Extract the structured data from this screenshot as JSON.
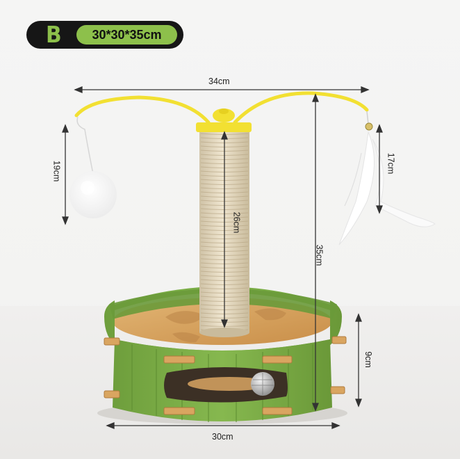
{
  "badge": {
    "letter": "B",
    "size": "30*30*35cm"
  },
  "dimensions": {
    "top_width": "34cm",
    "left_toy_drop": "19cm",
    "post_height": "26cm",
    "total_height": "35cm",
    "right_toy_drop": "17cm",
    "base_height": "9cm",
    "base_width": "30cm"
  },
  "colors": {
    "badge_bg": "#161616",
    "accent_green": "#8dc04b",
    "felt_green": "#7fb04a",
    "arm_yellow": "#f2e032",
    "wood": "#d9a560",
    "sisal": "#e8dcc2"
  }
}
